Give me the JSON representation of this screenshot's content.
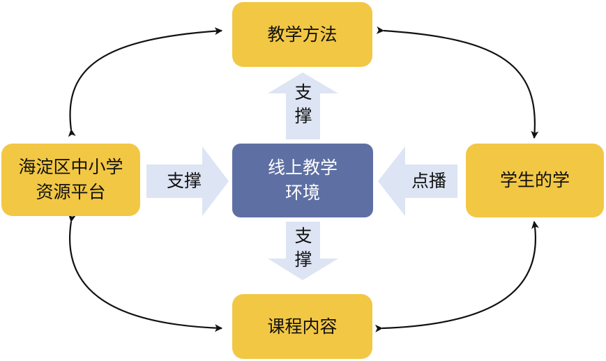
{
  "nodes": {
    "method": "教学方法",
    "resource": "海淀区中小学\n资源平台",
    "environment": "线上教学\n环境",
    "learning": "学生的学",
    "content": "课程内容"
  },
  "arrows": {
    "up": "支\n撑",
    "down": "支\n撑",
    "right": "支撑",
    "left": "点播"
  },
  "colors": {
    "node_fill": "#f2c744",
    "center_fill": "#5e6fa3",
    "block_arrow_fill": "#dde4f3",
    "connector": "#111111"
  }
}
